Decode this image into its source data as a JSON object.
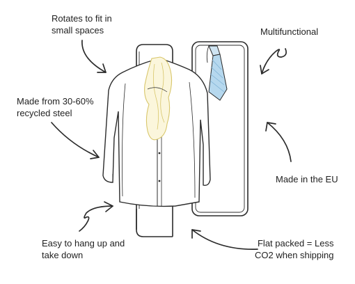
{
  "features": {
    "rotates": [
      "Rotates to fit in",
      "small spaces"
    ],
    "multifunctional": [
      "Multifunctional"
    ],
    "recycled": [
      "Made from 30-60%",
      "recycled steel"
    ],
    "made_in_eu": [
      "Made in the EU"
    ],
    "easy_hang": [
      "Easy to hang up and",
      "take down"
    ],
    "flat_packed": [
      "Flat packed = Less",
      "CO2 when shipping"
    ]
  },
  "colors": {
    "line": "#2b2b2b",
    "text": "#1f1f1f",
    "shirt_fill": "#ffffff",
    "scarf": "#e8dc8c",
    "tie": "#9cc9e6"
  }
}
